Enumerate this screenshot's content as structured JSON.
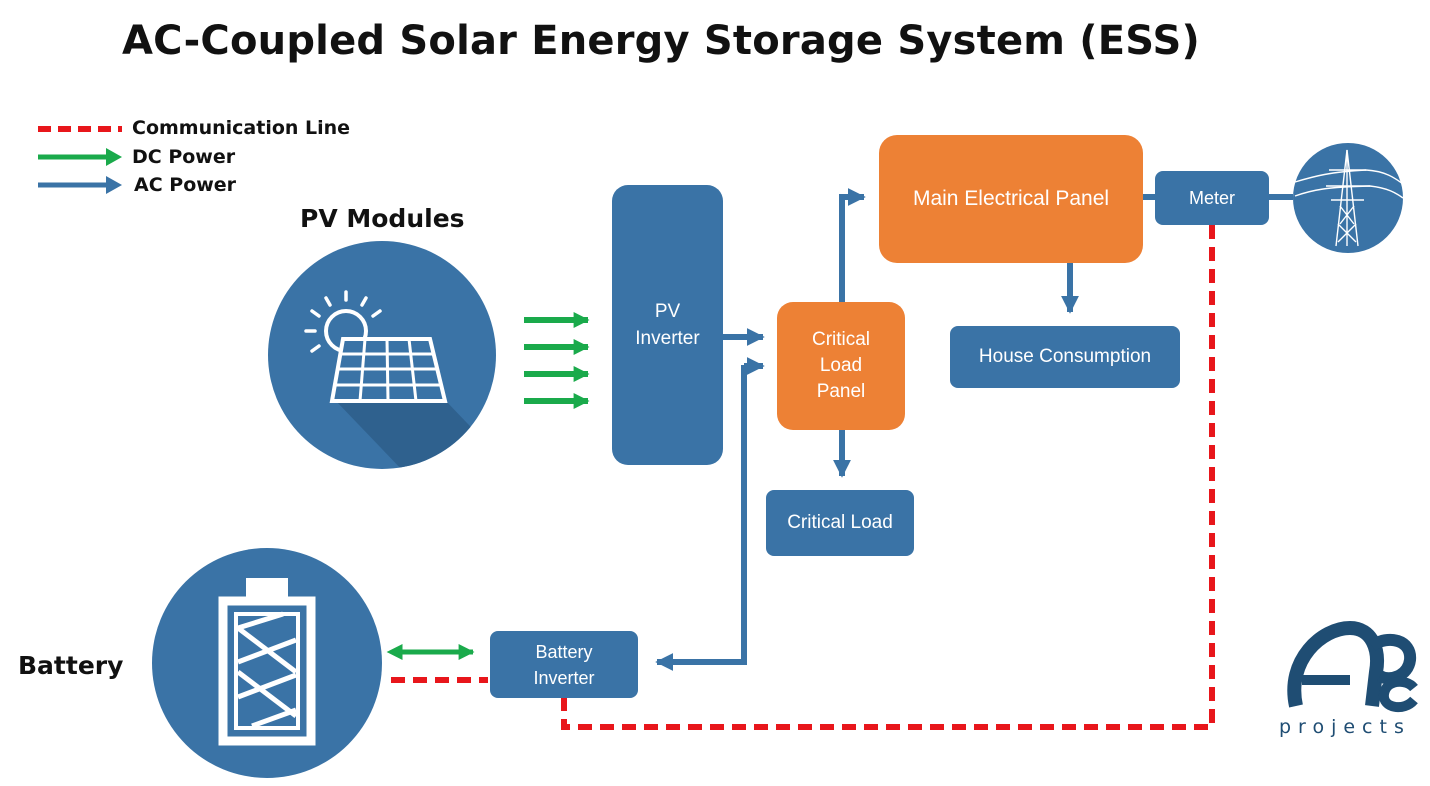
{
  "title": "AC-Coupled Solar Energy Storage System (ESS)",
  "legend": [
    {
      "label": "Communication Line",
      "style": "dashed",
      "color": "#e8161b"
    },
    {
      "label": "DC Power",
      "style": "arrow",
      "color": "#1aaa4b"
    },
    {
      "label": "AC Power",
      "style": "arrow",
      "color": "#3a73a6"
    }
  ],
  "sources": {
    "pv_modules": "PV Modules",
    "battery": "Battery"
  },
  "nodes": {
    "pv_inverter": "PV\nInverter",
    "critical_load_panel": "Critical\nLoad\nPanel",
    "critical_load": "Critical Load",
    "main_panel": "Main Electrical Panel",
    "house_consumption": "House Consumption",
    "meter": "Meter",
    "battery_inverter": "Battery\nInverter"
  },
  "icons": {
    "pv": "solar-panel-icon",
    "battery": "battery-icon",
    "grid": "transmission-tower-icon"
  },
  "logo": {
    "text": "projects"
  },
  "colors": {
    "blue": "#3a73a6",
    "orange": "#ed8135",
    "green": "#1aaa4b",
    "red": "#e8161b"
  }
}
